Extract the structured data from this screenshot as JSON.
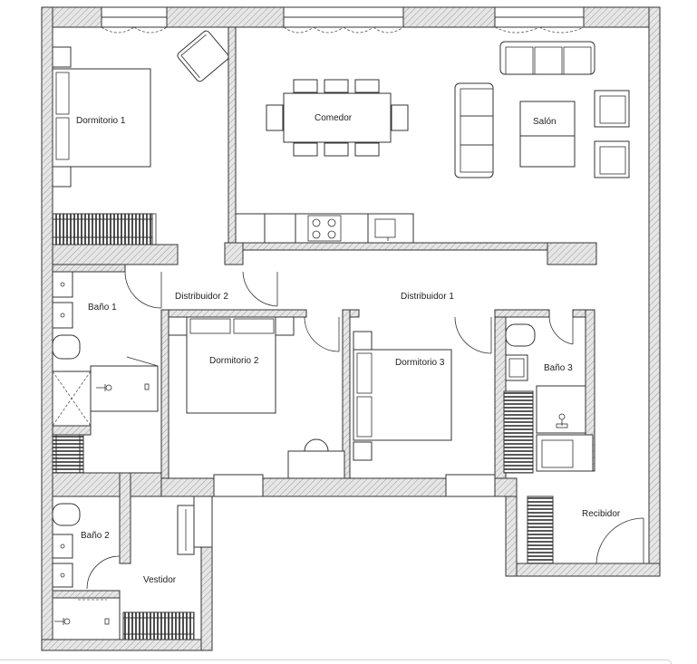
{
  "floor_plan": {
    "rooms": {
      "dormitorio_1": "Dormitorio 1",
      "comedor": "Comedor",
      "salon": "Salón",
      "distribuidor_2": "Distribuidor 2",
      "distribuidor_1": "Distribuidor 1",
      "bano_1": "Baño 1",
      "dormitorio_2": "Dormitorio 2",
      "dormitorio_3": "Dormitorio 3",
      "bano_3": "Baño 3",
      "bano_2": "Baño 2",
      "vestidor": "Vestidor",
      "recibidor": "Recibidor"
    }
  }
}
